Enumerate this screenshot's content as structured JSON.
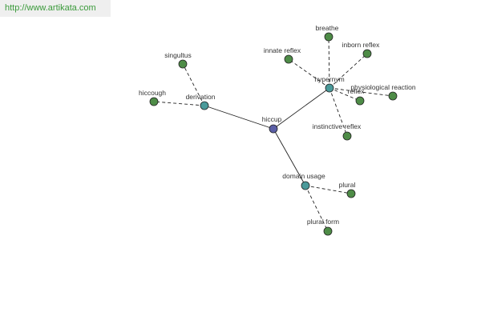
{
  "site_link": "http://www.artikata.com",
  "colors": {
    "center": "#5a5ea6",
    "relation": "#4a9a9a",
    "leaf": "#4e8c47",
    "url_text": "#3a9a3a"
  },
  "nodes": [
    {
      "id": "hiccup",
      "label": "hiccup",
      "kind": "center"
    },
    {
      "id": "derivation",
      "label": "derivation",
      "kind": "relation"
    },
    {
      "id": "hypernym",
      "label": "hypernym",
      "kind": "relation"
    },
    {
      "id": "domain_usage",
      "label": "domain usage",
      "kind": "relation"
    },
    {
      "id": "singultus",
      "label": "singultus",
      "kind": "leaf"
    },
    {
      "id": "hiccough",
      "label": "hiccough",
      "kind": "leaf"
    },
    {
      "id": "breathe",
      "label": "breathe",
      "kind": "leaf"
    },
    {
      "id": "innate_reflex",
      "label": "innate reflex",
      "kind": "leaf"
    },
    {
      "id": "inborn_reflex",
      "label": "inborn reflex",
      "kind": "leaf"
    },
    {
      "id": "reflex",
      "label": "reflex",
      "kind": "leaf"
    },
    {
      "id": "physiological_reaction",
      "label": "physiological reaction",
      "kind": "leaf"
    },
    {
      "id": "instinctive_reflex",
      "label": "instinctive reflex",
      "kind": "leaf"
    },
    {
      "id": "plural",
      "label": "plural",
      "kind": "leaf"
    },
    {
      "id": "plural_form",
      "label": "plural form",
      "kind": "leaf"
    }
  ],
  "edges": [
    {
      "from": "hiccup",
      "to": "derivation",
      "style": "solid"
    },
    {
      "from": "hiccup",
      "to": "hypernym",
      "style": "solid"
    },
    {
      "from": "hiccup",
      "to": "domain_usage",
      "style": "solid"
    },
    {
      "from": "derivation",
      "to": "singultus",
      "style": "dashed"
    },
    {
      "from": "derivation",
      "to": "hiccough",
      "style": "dashed"
    },
    {
      "from": "hypernym",
      "to": "breathe",
      "style": "dashed"
    },
    {
      "from": "hypernym",
      "to": "innate_reflex",
      "style": "dashed"
    },
    {
      "from": "hypernym",
      "to": "inborn_reflex",
      "style": "dashed"
    },
    {
      "from": "hypernym",
      "to": "reflex",
      "style": "dashed"
    },
    {
      "from": "hypernym",
      "to": "physiological_reaction",
      "style": "dashed"
    },
    {
      "from": "hypernym",
      "to": "instinctive_reflex",
      "style": "dashed"
    },
    {
      "from": "domain_usage",
      "to": "plural",
      "style": "dashed"
    },
    {
      "from": "domain_usage",
      "to": "plural_form",
      "style": "dashed"
    }
  ]
}
